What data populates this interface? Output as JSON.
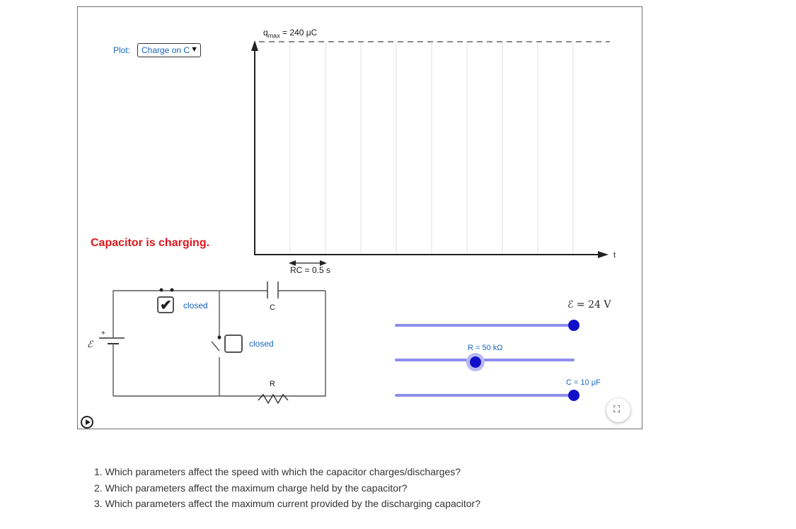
{
  "plot": {
    "label": "Plot:",
    "selected": "Charge on C"
  },
  "status": {
    "text": "Capacitor is charging.",
    "color": "#e0161b"
  },
  "graph": {
    "qmax_symbol": "q",
    "qmax_subscript": "max",
    "qmax_value": "= 240 μC",
    "rc_label": "RC = 0.5 s",
    "t_axis_label": "t"
  },
  "circuit": {
    "switch1_label": "closed",
    "switch2_label": "closed",
    "capacitor_label": "C",
    "resistor_label": "R",
    "emf_symbol": "ℰ",
    "plus_sign": "+"
  },
  "sliders": {
    "emf": {
      "label": "ℰ = 24 V",
      "fraction": 1.0
    },
    "resistance": {
      "label": "R = 50 kΩ",
      "fraction": 0.45
    },
    "capacitance": {
      "label": "C = 10 μF",
      "fraction": 1.0
    }
  },
  "questions": [
    "1. Which parameters affect the speed with which the capacitor charges/discharges?",
    "2. Which parameters affect the maximum charge held by the capacitor?",
    "3. Which parameters affect the maximum current provided by the discharging capacitor?"
  ],
  "colors": {
    "accent": "#1565c0",
    "slider_track": "#8e8ef0",
    "slider_thumb": "#1010c8"
  },
  "icons": {
    "play": "play-icon",
    "fullscreen": "fullscreen-icon"
  }
}
